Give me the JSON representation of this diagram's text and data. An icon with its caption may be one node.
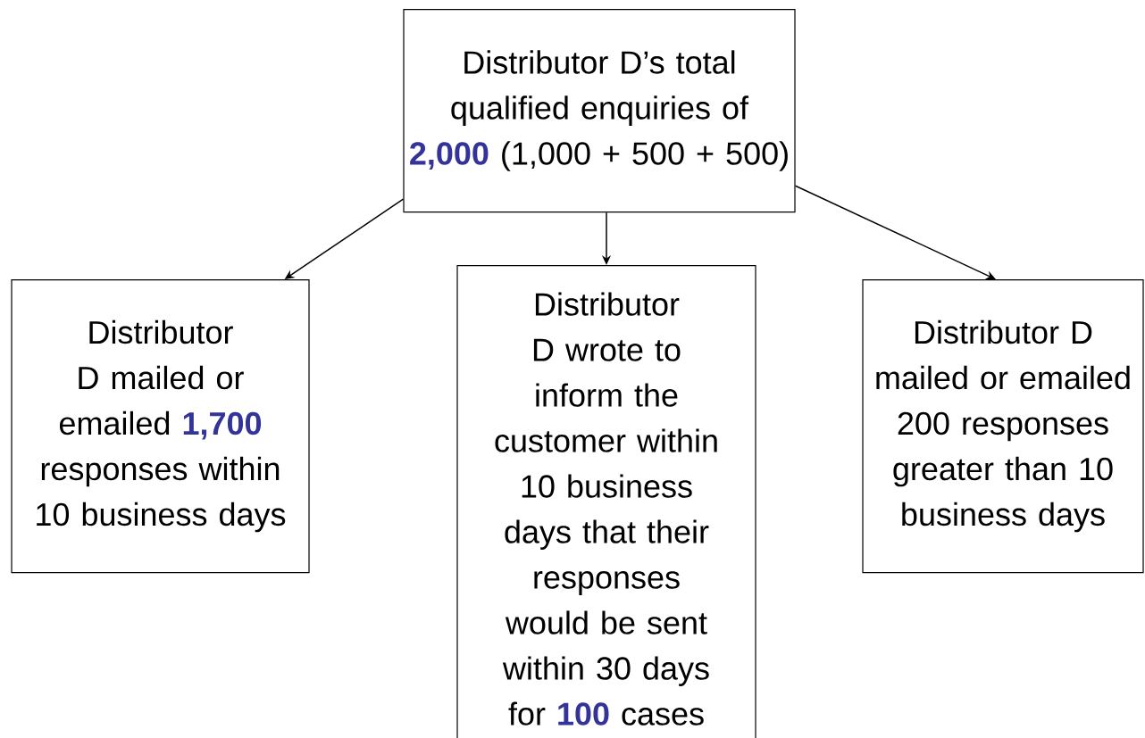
{
  "diagram": {
    "nodes": [
      {
        "text": [
          "Distributor D’s total qualified enquiries of **2,000** (1,000 + 500 + 500)"
        ]
      },
      {
        "text": [
          "Distributor D mailed or emailed **1,700** responses within 10 business days"
        ]
      },
      {
        "text": [
          "Distributor D wrote to inform the customer within 10 business days that their responses would be sent within 30 days for **100** cases"
        ]
      },
      {
        "text": [
          "Distributor D mailed or emailed 200 responses greater than 10 business days"
        ]
      }
    ],
    "edges": [
      {
        "from": 0,
        "to": 1,
        "arrow": "to"
      },
      {
        "from": 0,
        "to": 2,
        "arrow": "to"
      },
      {
        "from": 0,
        "to": 3,
        "arrow": "to"
      }
    ]
  }
}
